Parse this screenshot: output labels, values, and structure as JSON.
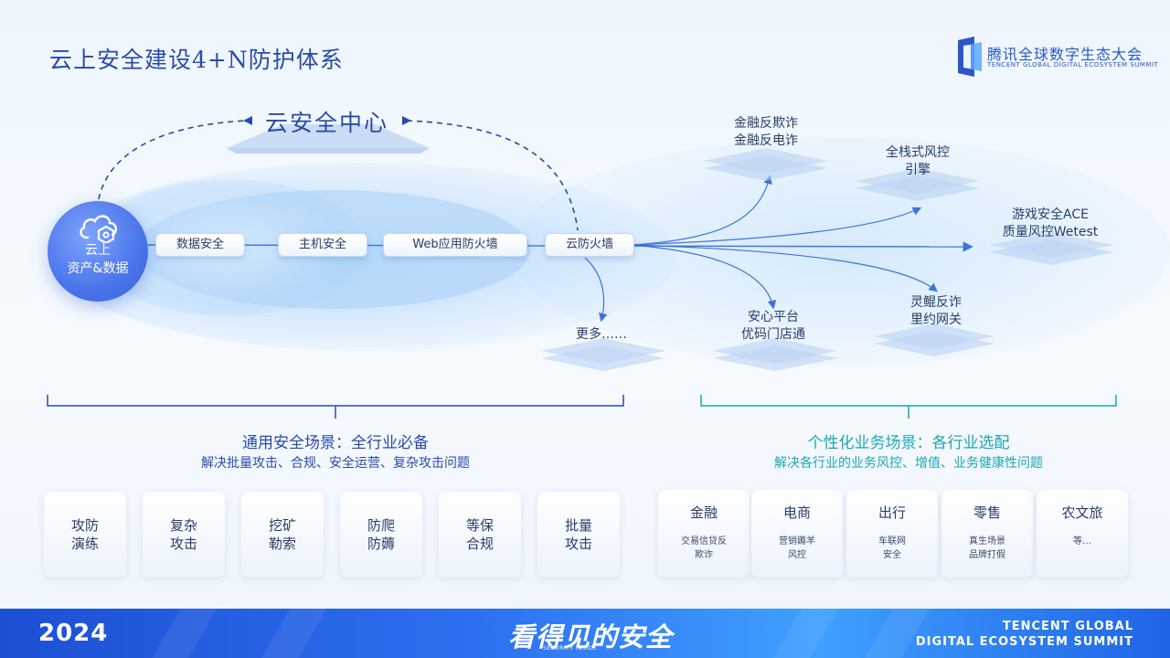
{
  "title": "云上安全建设4+N防护体系",
  "logo": {
    "cn": "腾讯全球数字生态大会",
    "en": "TENCENT GLOBAL DIGITAL ECOSYSTEM SUMMIT"
  },
  "center": {
    "title": "云安全中心"
  },
  "asset": {
    "line1": "云上",
    "line2": "资产&数据"
  },
  "layers": [
    {
      "label": "数据安全"
    },
    {
      "label": "主机安全"
    },
    {
      "label": "Web应用防火墙"
    },
    {
      "label": "云防火墙"
    }
  ],
  "more": {
    "label": "更多……"
  },
  "business_nodes": [
    {
      "line1": "金融反欺诈",
      "line2": "金融反电诈"
    },
    {
      "line1": "全栈式风控",
      "line2": "引擎"
    },
    {
      "line1": "游戏安全ACE",
      "line2": "质量风控Wetest"
    },
    {
      "line1": "灵鲲反诈",
      "line2": "里约网关"
    },
    {
      "line1": "安心平台",
      "line2": "优码门店通"
    }
  ],
  "general": {
    "heading": "通用安全场景：全行业必备",
    "sub": "解决批量攻击、合规、安全运营、复杂攻击问题",
    "cards": [
      {
        "label": "攻防\n演练"
      },
      {
        "label": "复杂\n攻击"
      },
      {
        "label": "挖矿\n勒索"
      },
      {
        "label": "防爬\n防薅"
      },
      {
        "label": "等保\n合规"
      },
      {
        "label": "批量\n攻击"
      }
    ]
  },
  "business": {
    "heading": "个性化业务场景：各行业选配",
    "sub": "解决各行业的业务风控、增值、业务健康性问题",
    "cards": [
      {
        "title": "金融",
        "desc": "交易信贷反\n欺诈"
      },
      {
        "title": "电商",
        "desc": "营销薅羊\n风控"
      },
      {
        "title": "出行",
        "desc": "车联网\n安全"
      },
      {
        "title": "零售",
        "desc": "真生场景\n品牌打假"
      },
      {
        "title": "农文旅",
        "desc": "等…"
      }
    ]
  },
  "footer": {
    "year": "2024",
    "slogan": "看得见的安全",
    "slogan_sub": "SECURITY INSIDE",
    "en_line1": "TENCENT GLOBAL",
    "en_line2": "DIGITAL ECOSYSTEM SUMMIT"
  },
  "colors": {
    "primary": "#2a4aa8",
    "accent_teal": "#1fa6b0",
    "footer_blue": "#2d6ff0"
  }
}
